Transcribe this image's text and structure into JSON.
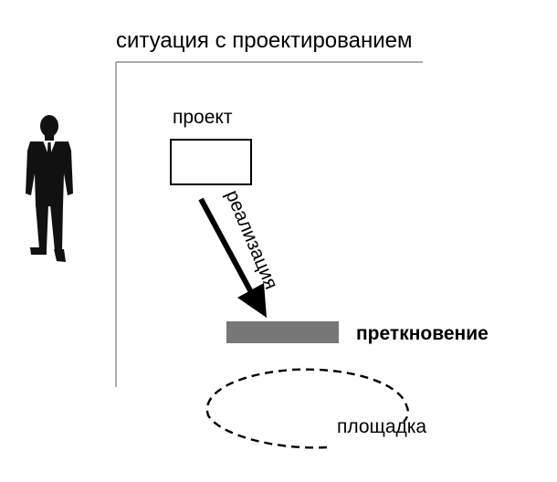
{
  "diagram": {
    "title": "ситуация с проектированием",
    "project_label": "проект",
    "arrow_label": "реализация",
    "obstacle_label": "преткновение",
    "site_label": "площадка",
    "figure_icon": "businessman-icon",
    "obstacle_color": "#777777",
    "line_color": "#000000"
  }
}
